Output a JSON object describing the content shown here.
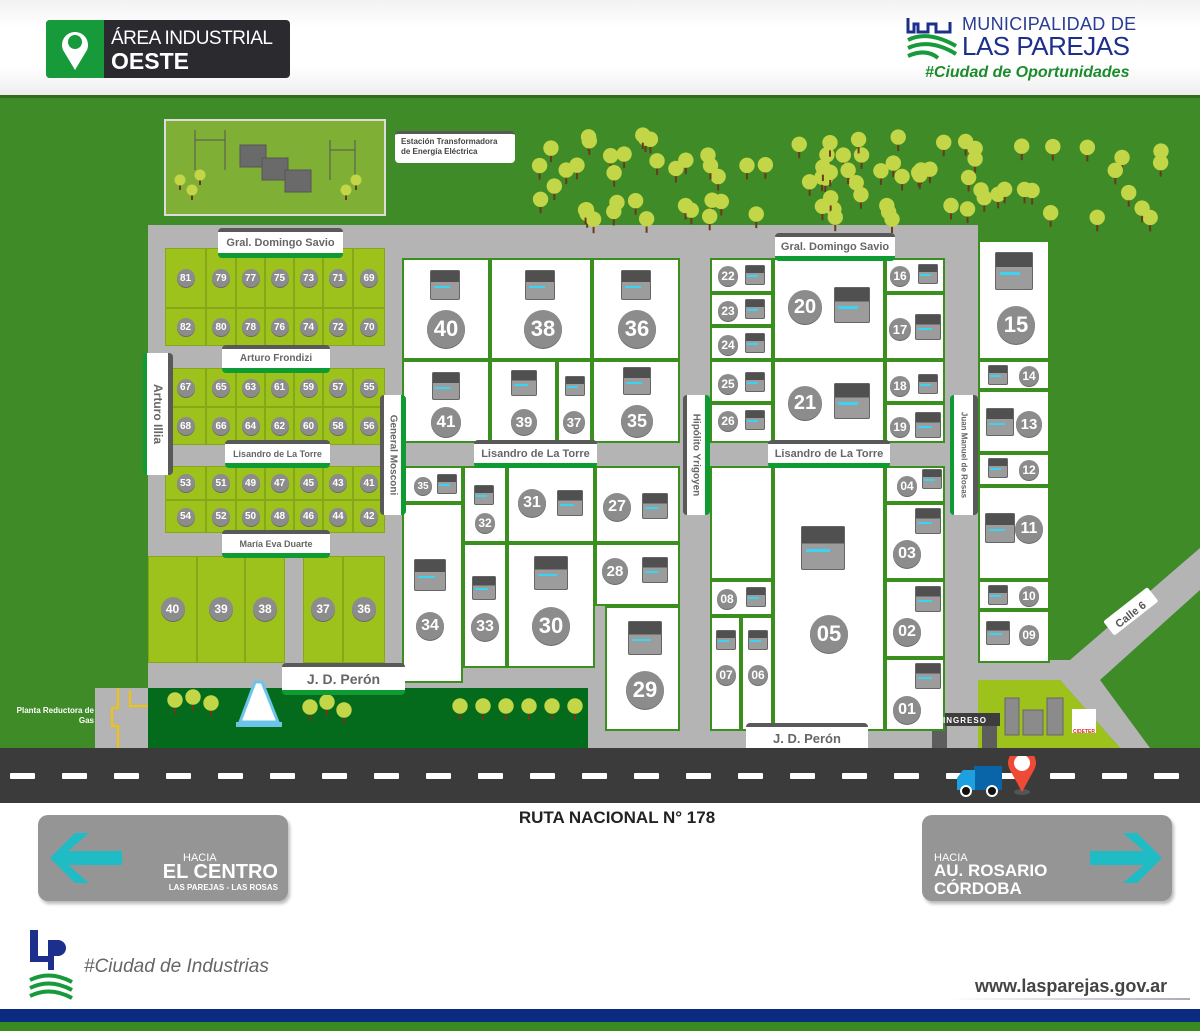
{
  "header": {
    "title_line1": "ÁREA INDUSTRIAL",
    "title_line2": "OESTE",
    "muni_line1": "MUNICIPALIDAD DE",
    "muni_line2": "LAS PAREJAS",
    "slogan": "#Ciudad de Oportunidades"
  },
  "streets": {
    "savio_left": "Gral. Domingo Savio",
    "savio_right": "Gral. Domingo Savio",
    "frondizi": "Arturo Frondizi",
    "illia": "Arturo Illia",
    "torre_left": "Lisandro de La Torre",
    "torre_mid": "Lisandro de La Torre",
    "torre_right": "Lisandro de La Torre",
    "duarte": "María Eva Duarte",
    "mosconi": "General Mosconi",
    "yrigoyen": "Hipólito Yrigoyen",
    "rosas": "Juan Manuel de Rosas",
    "peron_left": "J. D. Perón",
    "peron_right": "J. D. Perón",
    "calle6": "Calle 6"
  },
  "landmarks": {
    "substation": "Estación Transformadora de Energía Eléctrica",
    "gas_plant": "Planta Reductora de Gas",
    "entrance": "INGRESO",
    "cideter": "CIDETER"
  },
  "green_lots": [
    "81",
    "79",
    "77",
    "75",
    "73",
    "71",
    "69",
    "82",
    "80",
    "78",
    "76",
    "74",
    "72",
    "70",
    "67",
    "65",
    "63",
    "61",
    "59",
    "57",
    "55",
    "68",
    "66",
    "64",
    "62",
    "60",
    "58",
    "56",
    "53",
    "51",
    "49",
    "47",
    "45",
    "43",
    "41",
    "54",
    "52",
    "50",
    "48",
    "46",
    "44",
    "42"
  ],
  "green_lots_bottom": [
    "40",
    "39",
    "38",
    "37",
    "36"
  ],
  "white_lots": [
    "40",
    "38",
    "36",
    "41",
    "39",
    "37",
    "35",
    "35",
    "34",
    "32",
    "33",
    "31",
    "30",
    "27",
    "28",
    "29",
    "22",
    "23",
    "24",
    "25",
    "26",
    "20",
    "21",
    "16",
    "17",
    "18",
    "19",
    "04",
    "03",
    "02",
    "01",
    "05",
    "08",
    "07",
    "06",
    "15",
    "14",
    "13",
    "12",
    "11",
    "10",
    "09"
  ],
  "route": "RUTA NACIONAL N° 178",
  "left_sign": {
    "towards": "HACIA",
    "dest": "EL CENTRO",
    "sub": "LAS PAREJAS - LAS ROSAS"
  },
  "right_sign": {
    "towards": "HACIA",
    "dest1": "AU. ROSARIO",
    "dest2": "CÓRDOBA"
  },
  "footer": {
    "logo": "LP",
    "tagline": "#Ciudad de Industrias",
    "url": "www.lasparejas.gov.ar"
  },
  "colors": {
    "brand_blue": "#1d2f8c",
    "brand_green": "#169a3a",
    "lot_green": "#9dc21c",
    "arrow": "#1fbcc6"
  }
}
